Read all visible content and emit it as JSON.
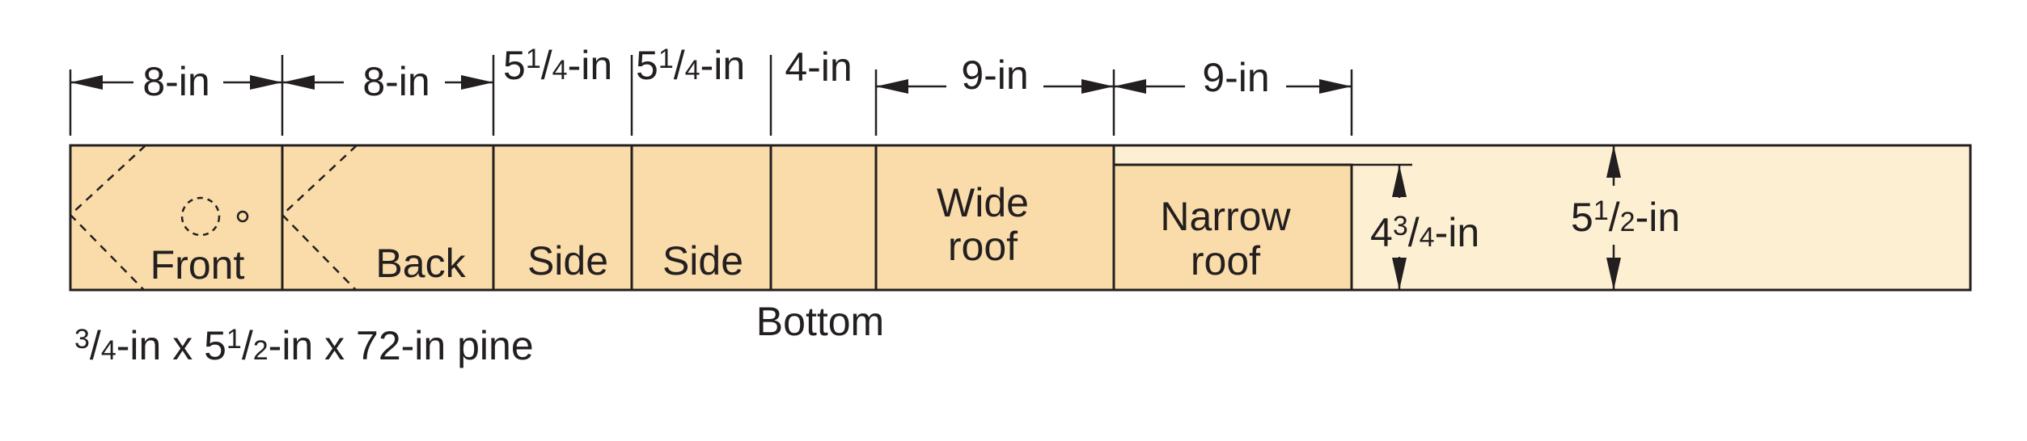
{
  "board": {
    "caption_pre": "3",
    "caption_mid": "/",
    "caption_sub": "4",
    "caption_text1": "-in x 5",
    "caption_sup2": "1",
    "caption_slash2": "/",
    "caption_sub2": "2",
    "caption_text2": "-in x 72-in pine"
  },
  "pieces": {
    "front": "Front",
    "back": "Back",
    "side1": "Side",
    "side2": "Side",
    "bottom": "Bottom",
    "wide_roof_line1": "Wide",
    "wide_roof_line2": "roof",
    "narrow_roof_line1": "Narrow",
    "narrow_roof_line2": "roof"
  },
  "dimensions": {
    "front_width": "8-in",
    "back_width": "8-in",
    "side1_whole": "5",
    "side1_sup": "1",
    "side1_slash": "/",
    "side1_sub": "4",
    "side1_unit": "-in",
    "side2_whole": "5",
    "side2_sup": "1",
    "side2_slash": "/",
    "side2_sub": "4",
    "side2_unit": "-in",
    "bottom_width": "4-in",
    "wide_roof_width": "9-in",
    "narrow_roof_width": "9-in",
    "narrow_height_whole": "4",
    "narrow_height_sup": "3",
    "narrow_height_slash": "/",
    "narrow_height_sub": "4",
    "narrow_height_unit": "-in",
    "board_height_whole": "5",
    "board_height_sup": "1",
    "board_height_slash": "/",
    "board_height_sub": "2",
    "board_height_unit": "-in"
  },
  "colors": {
    "piece_fill": "#f9dca9",
    "board_fill": "#fdf0d2",
    "line": "#231f20"
  }
}
